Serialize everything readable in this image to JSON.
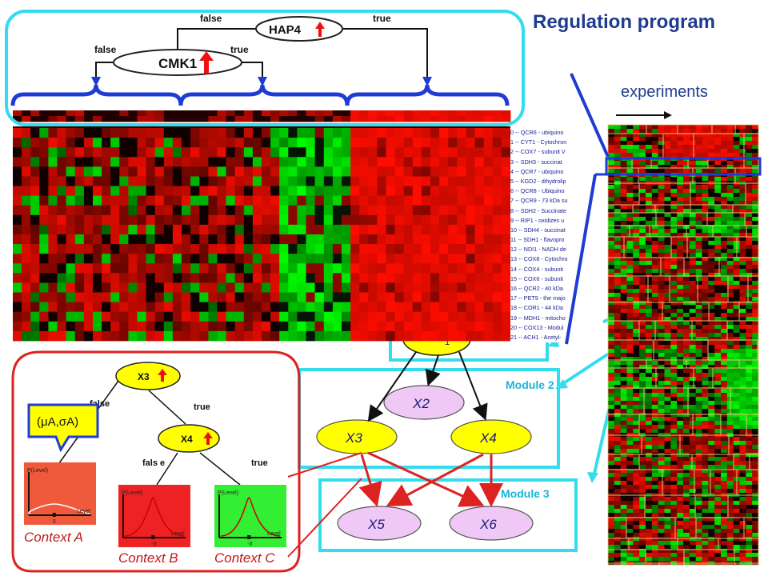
{
  "title": "Regulation program",
  "experiments_label": "experiments",
  "tree": {
    "root": "HAP4",
    "child": "CMK1",
    "false_label": "false",
    "true_label": "true"
  },
  "genes": [
    "0 -- QCR6 - ubiquino",
    "1 -- CYT1 - Cytochron",
    "2 -- COX7 - subunit V",
    "3 -- SDH3 - succinat",
    "4 -- QCR7 - ubiquino",
    "5 -- KGD2 - dihydrolip",
    "6 -- QCR8 - Ubiquino",
    "7 -- QCR9 - 73 kDa su",
    "8 -- SDH2 - Succinate",
    "9 -- RIP1 - oxidizes u",
    "10 -- SDH4 - succinat",
    "11 -- SDH1 - flavopro",
    "12 -- NDI1 - NADH de",
    "13 -- COX8 - Cytochro",
    "14 -- COX4 - subunit",
    "15 -- COX6 - subunit",
    "16 -- QCR2 - 40 kDa",
    "17 -- PET9 - the majo",
    "18 -- COR1 - 44 kDa",
    "19 -- MDH1 - mitocho",
    "20 -- COX13 - Modul",
    "21 -- ACH1 - Acetyl-"
  ],
  "context_tree": {
    "root": "X3",
    "child": "X4",
    "false_label": "false",
    "false_label_split": "fals e",
    "true_label": "true",
    "param_label": "(μA,σA)",
    "contexts": [
      {
        "label": "Context A",
        "color": "#f05a3c",
        "p_label": "P(Level)",
        "x_label": "Level",
        "tick": "0"
      },
      {
        "label": "Context B",
        "color": "#ee2222",
        "p_label": "P(Level)",
        "x_label": "Level",
        "tick": "-3"
      },
      {
        "label": "Context C",
        "color": "#33ee33",
        "p_label": "P(Level)",
        "x_label": "Level",
        "tick": "-3"
      }
    ]
  },
  "network": {
    "module2_label": "Module 2",
    "module3_label": "Module 3",
    "nodes": {
      "x1_partial": "1",
      "x2": "X2",
      "x3": "X3",
      "x4": "X4",
      "x5": "X5",
      "x6": "X6"
    }
  },
  "colors": {
    "cyan": "#33ddee",
    "blue": "#1e3bd6",
    "red_frame": "#dd2222",
    "yellow_node": "#ffff00",
    "pink_node": "#f0c8f5",
    "title_blue": "#1f3b8f"
  }
}
